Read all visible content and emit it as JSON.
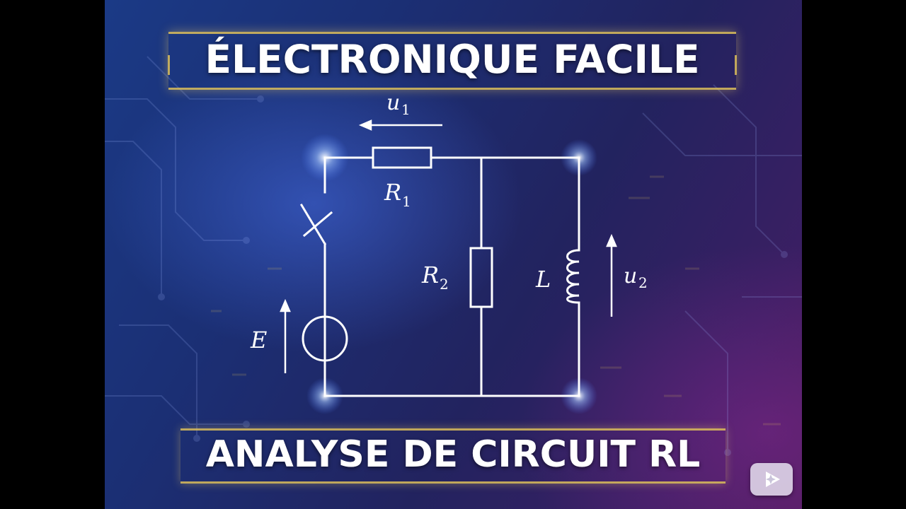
{
  "header": {
    "title": "ÉLECTRONIQUE FACILE"
  },
  "footer": {
    "subtitle": "ANALYSE DE CIRCUIT RL"
  },
  "circuit": {
    "labels": {
      "u1": {
        "main": "u",
        "sub": "1"
      },
      "R1": {
        "main": "R",
        "sub": "1"
      },
      "R2": {
        "main": "R",
        "sub": "2"
      },
      "L": {
        "main": "L"
      },
      "u2": {
        "main": "u",
        "sub": "2"
      },
      "E": {
        "main": "E"
      }
    }
  },
  "colors": {
    "line": "#ffffff",
    "gold": "#dcbe5a",
    "background_blue": "#1b2f74",
    "background_purple": "#4a1c5c"
  },
  "icons": {
    "badge": "sparkle-play-icon"
  }
}
